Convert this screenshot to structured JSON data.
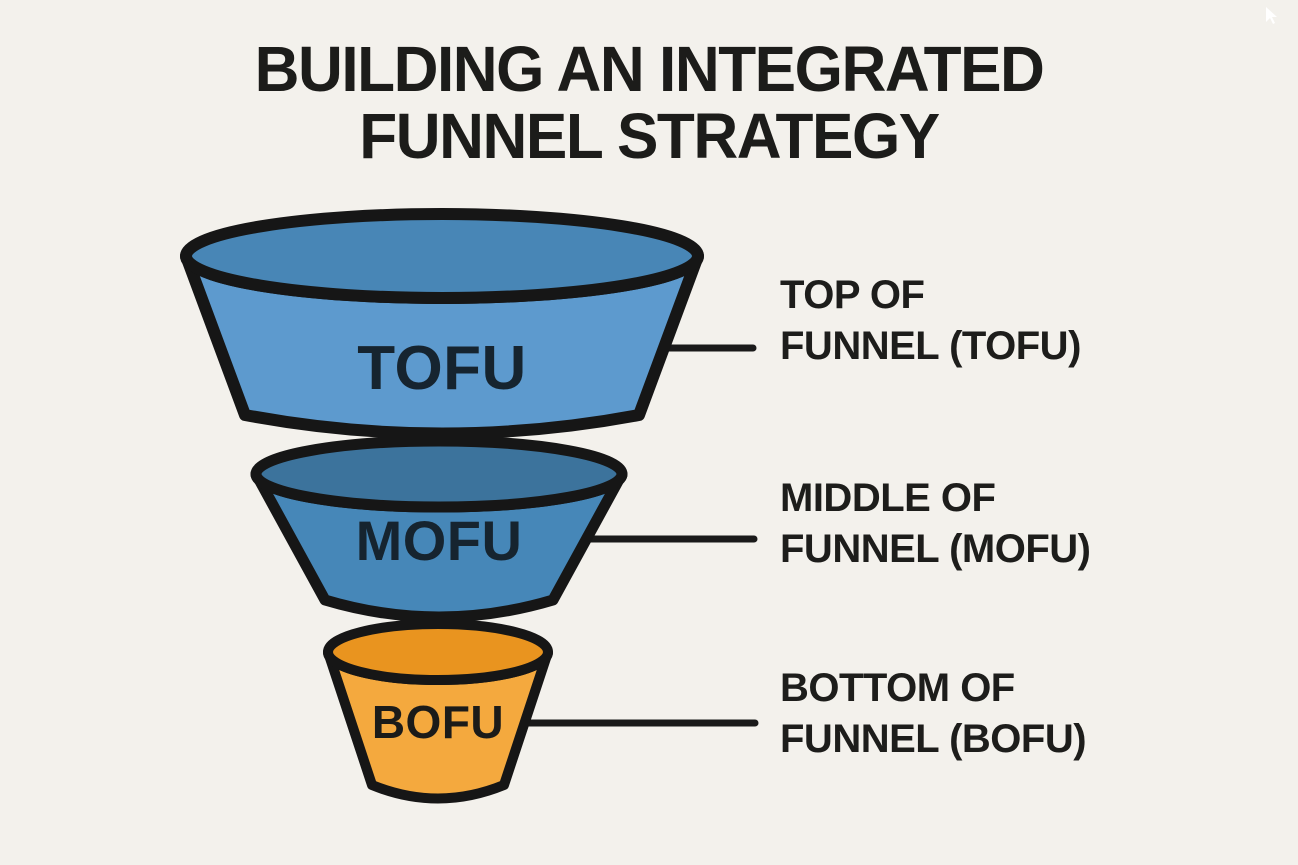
{
  "title": {
    "line1": "BUILDING AN INTEGRATED",
    "line2": "FUNNEL STRATEGY"
  },
  "funnel": {
    "segments": [
      {
        "id": "tofu",
        "label": "TOFU",
        "body_color": "#5d9ace",
        "rim_color": "#4886b6",
        "callout": {
          "line1": "TOP OF",
          "line2": "FUNNEL (TOFU)"
        }
      },
      {
        "id": "mofu",
        "label": "MOFU",
        "body_color": "#4687b8",
        "rim_color": "#3c739c",
        "callout": {
          "line1": "MIDDLE OF",
          "line2": "FUNNEL (MOFU)"
        }
      },
      {
        "id": "bofu",
        "label": "BOFU",
        "body_color": "#f4a93e",
        "rim_color": "#e9941f",
        "callout": {
          "line1": "BOTTOM OF",
          "line2": "FUNNEL (BOFU)"
        }
      }
    ]
  },
  "colors": {
    "background": "#f3f1ec",
    "outline": "#161616",
    "connector": "#1a1a1a",
    "title_text": "#1c1c1a",
    "callout_text": "#1d1d1b",
    "funnel_label_text": "#16242f"
  }
}
